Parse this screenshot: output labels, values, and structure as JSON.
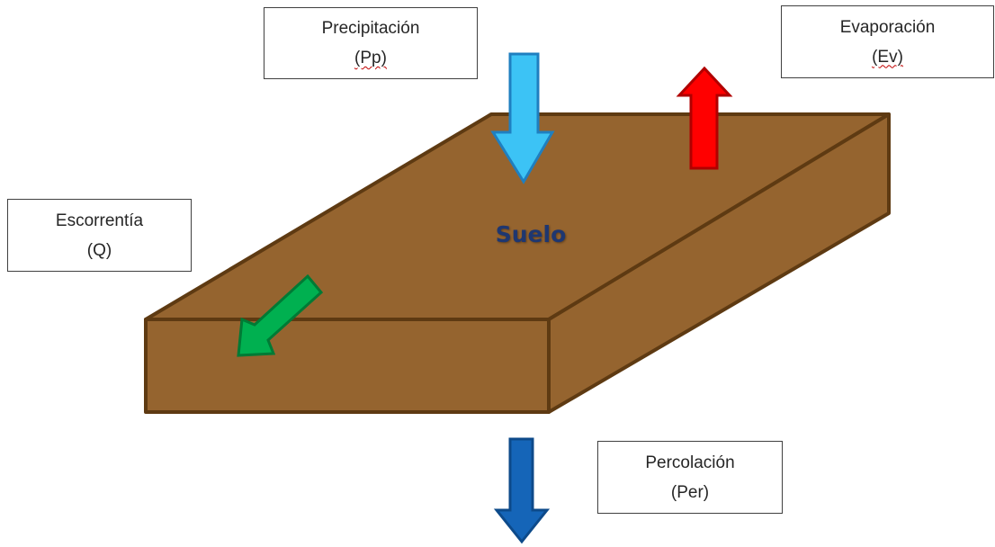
{
  "soil": {
    "label": "Suelo",
    "top_color": "#95642f",
    "front_color": "#95642f",
    "edge_color": "#5e3a12"
  },
  "flows": {
    "precipitation": {
      "name": "Precipitación",
      "abbr": "(Pp)",
      "arrow_color": "#3cc3f5",
      "direction": "down"
    },
    "evaporation": {
      "name": "Evaporación",
      "abbr": "(Ev)",
      "arrow_color": "#ff0000",
      "direction": "up"
    },
    "runoff": {
      "name": "Escorrentía",
      "abbr": "(Q)",
      "arrow_color": "#00b050",
      "direction": "down-left"
    },
    "percolation": {
      "name": "Percolación",
      "abbr": "(Per)",
      "arrow_color": "#1565b8",
      "direction": "down"
    }
  }
}
